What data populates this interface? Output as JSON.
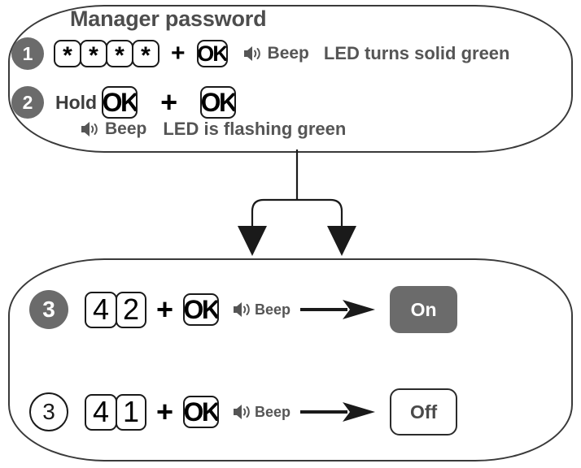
{
  "diagram": {
    "title": "Manager password",
    "panels": [
      {
        "name": "manager-password-panel"
      },
      {
        "name": "on-off-panel"
      }
    ]
  },
  "heading": {
    "text": "Manager password"
  },
  "steps": {
    "step1": {
      "number": "1",
      "style": "filled",
      "keys": [
        "*",
        "*",
        "*",
        "*"
      ],
      "plus": "+",
      "confirm_key": "OK",
      "speaker_icon": "speaker-icon",
      "beep_label": "Beep",
      "status_label": "LED turns solid green"
    },
    "step2": {
      "number": "2",
      "style": "filled",
      "hold_label": "Hold",
      "hold_key": "OK",
      "plus": "+",
      "confirm_key": "OK",
      "speaker_icon": "speaker-icon",
      "beep_label": "Beep",
      "status_label": "LED is flashing green"
    },
    "step3_on": {
      "number": "3",
      "style": "filled",
      "keys": [
        "4",
        "2"
      ],
      "plus": "+",
      "confirm_key": "OK",
      "speaker_icon": "speaker-icon",
      "beep_label": "Beep",
      "arrow_icon": "right-arrow-icon",
      "result_label": "On"
    },
    "step3_off": {
      "number": "3",
      "style": "outlined",
      "keys": [
        "4",
        "1"
      ],
      "plus": "+",
      "confirm_key": "OK",
      "speaker_icon": "speaker-icon",
      "beep_label": "Beep",
      "arrow_icon": "right-arrow-icon",
      "result_label": "Off"
    }
  },
  "connector": {
    "name": "branching-arrow-connector",
    "icon": "fork-down-arrows-icon"
  },
  "colors": {
    "panel_border": "#3a3a3a",
    "badge_fill": "#6b6b6b",
    "badge_text": "#ffffff",
    "heading_text": "#4d4d4d",
    "body_text": "#555555",
    "key_border": "#1a1a1a",
    "on_button_fill": "#6b6b6b",
    "off_button_border": "#2b2b2b"
  }
}
